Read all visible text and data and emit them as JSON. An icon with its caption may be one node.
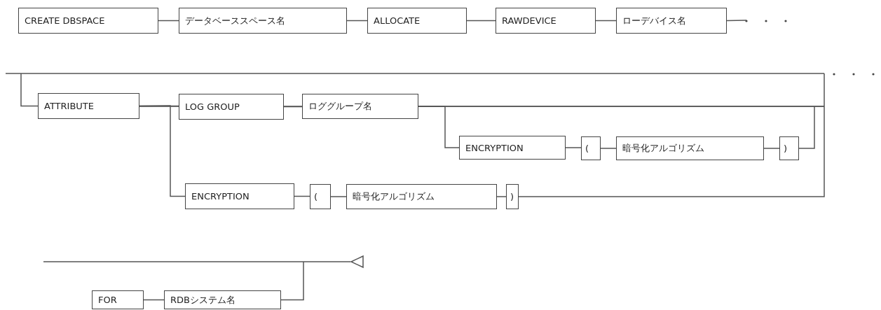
{
  "diagram": {
    "nodes": [
      {
        "text": [
          "CREATE DBSPACE"
        ]
      },
      {
        "text": [
          "データベーススペース名"
        ]
      },
      {
        "text": [
          "ALLOCATE"
        ]
      },
      {
        "text": [
          "RAWDEVICE"
        ]
      },
      {
        "text": [
          "ローデバイス名"
        ]
      },
      {
        "text": [
          "ATTRIBUTE"
        ]
      },
      {
        "text": [
          "LOG GROUP"
        ]
      },
      {
        "text": [
          "ロググループ名"
        ]
      },
      {
        "text": [
          "ENCRYPTION"
        ]
      },
      {
        "text": [
          "("
        ]
      },
      {
        "text": [
          "暗号化アルゴリズム"
        ]
      },
      {
        "text": [
          ")"
        ]
      },
      {
        "text": [
          "ENCRYPTION"
        ]
      },
      {
        "text": [
          "("
        ]
      },
      {
        "text": [
          "暗号化アルゴリズム"
        ]
      },
      {
        "text": [
          ")"
        ]
      },
      {
        "text": [
          "FOR"
        ]
      },
      {
        "text": [
          "RDBシステム名"
        ]
      }
    ],
    "edges": [
      {
        "from": 0,
        "to": 1,
        "arrow": "none"
      },
      {
        "from": 1,
        "to": 2,
        "arrow": "none"
      },
      {
        "from": 2,
        "to": 3,
        "arrow": "none"
      },
      {
        "from": 3,
        "to": 4,
        "arrow": "none"
      },
      {
        "from": 4,
        "to": null,
        "arrow": "none"
      },
      {
        "from": null,
        "to": 5,
        "arrow": "none"
      },
      {
        "from": 5,
        "to": 6,
        "arrow": "none"
      },
      {
        "from": 5,
        "to": 12,
        "arrow": "none"
      },
      {
        "from": 6,
        "to": 7,
        "arrow": "none"
      },
      {
        "from": 7,
        "to": 8,
        "arrow": "none"
      },
      {
        "from": 7,
        "to": null,
        "arrow": "none"
      },
      {
        "from": 8,
        "to": 9,
        "arrow": "none"
      },
      {
        "from": 9,
        "to": 10,
        "arrow": "none"
      },
      {
        "from": 10,
        "to": 11,
        "arrow": "none"
      },
      {
        "from": 11,
        "to": null,
        "arrow": "none"
      },
      {
        "from": 12,
        "to": 13,
        "arrow": "none"
      },
      {
        "from": 13,
        "to": 14,
        "arrow": "none"
      },
      {
        "from": 14,
        "to": 15,
        "arrow": "none"
      },
      {
        "from": 15,
        "to": null,
        "arrow": "none"
      },
      {
        "from": 16,
        "to": 17,
        "arrow": "none"
      },
      {
        "from": 17,
        "to": null,
        "arrow": "none"
      }
    ]
  }
}
